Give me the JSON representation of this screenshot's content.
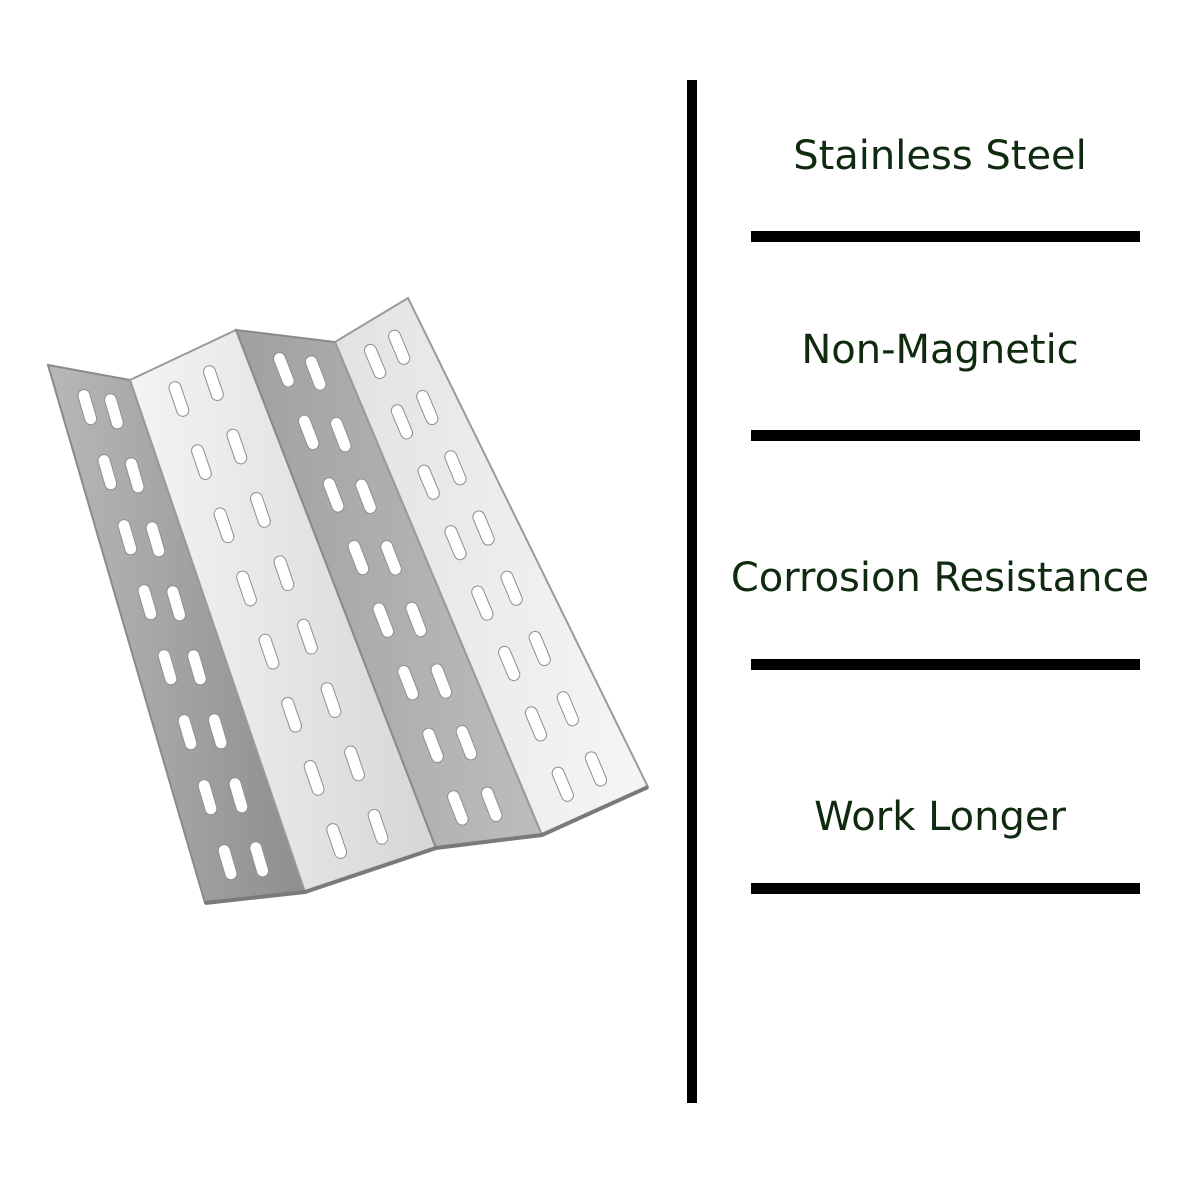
{
  "colors": {
    "label_text": "#0f2a0f",
    "rule": "#000000",
    "background": "#ffffff",
    "panel_light": "#ececec",
    "panel_dark": "#a9a9a9"
  },
  "product_image": {
    "icon": "heat-plate-icon"
  },
  "features": [
    {
      "label": "Stainless Steel"
    },
    {
      "label": "Non-Magnetic"
    },
    {
      "label": "Corrosion Resistance"
    },
    {
      "label": "Work Longer"
    }
  ]
}
